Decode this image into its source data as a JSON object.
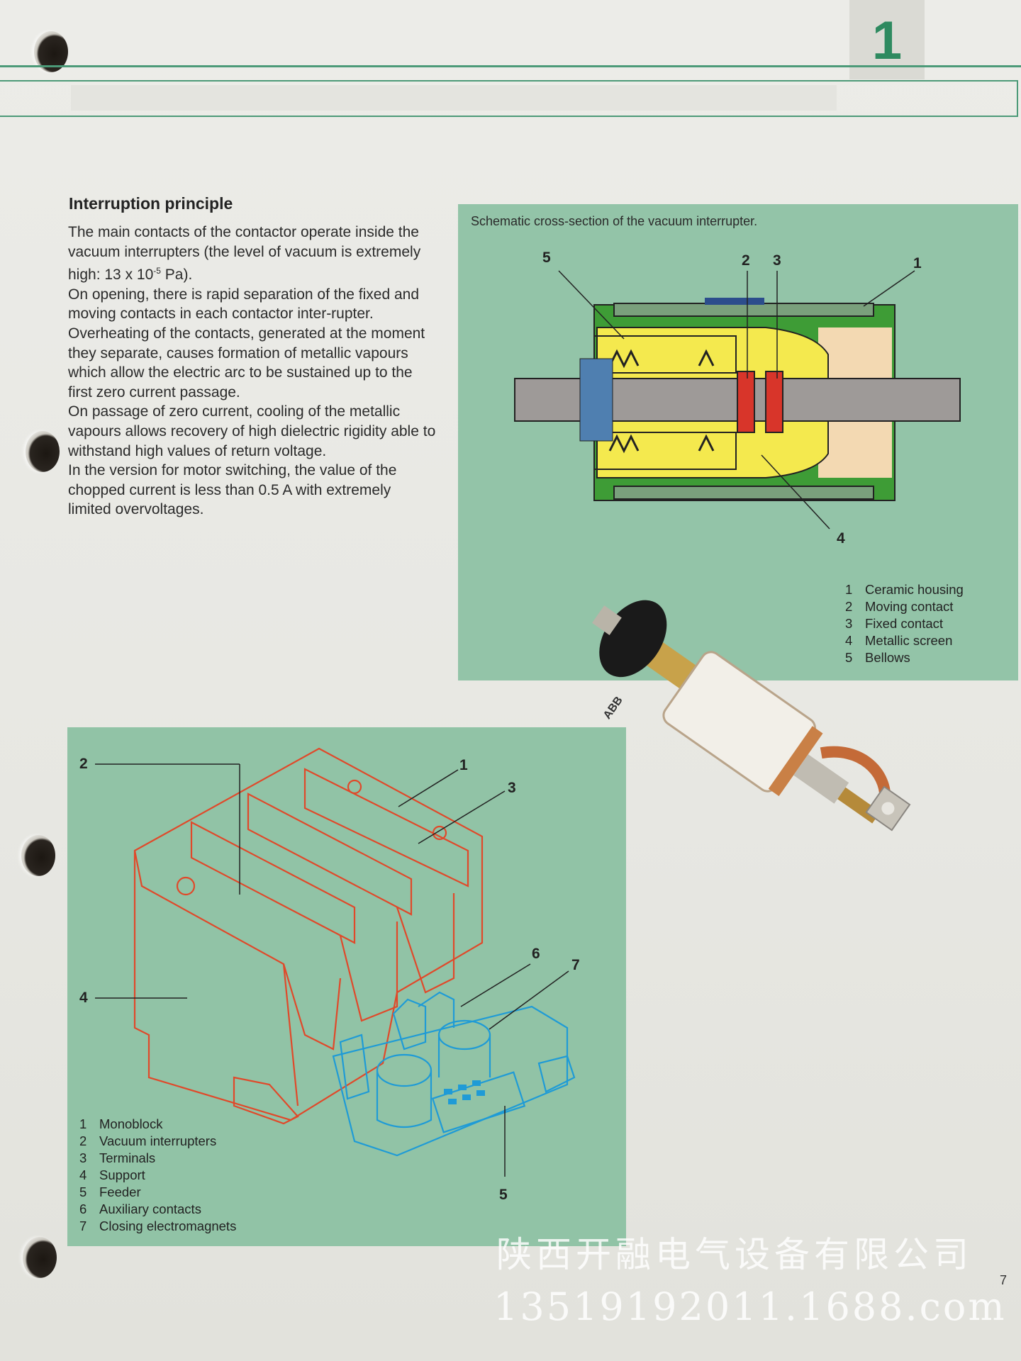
{
  "header": {
    "chapter_number": "1"
  },
  "section": {
    "title": "Interruption principle",
    "paragraphs": [
      "The main contacts of the contactor operate inside the vacuum interrupters (the level of vacuum is extremely high: 13 x 10",
      "On opening, there is rapid separation of the fixed and moving contacts in each contactor inter-rupter.",
      "Overheating of the contacts, generated at the moment they separate, causes formation of metallic vapours which allow the electric arc to be sustained up to the first zero current passage.",
      "On passage of zero current, cooling of the metallic vapours allows recovery of high dielectric rigidity able to withstand high values of return voltage.",
      "In the version for motor switching, the value of the chopped current is less than 0.5 A with extremely limited overvoltages."
    ],
    "vacuum_exponent": "-5",
    "vacuum_unit": " Pa)."
  },
  "cross_section": {
    "caption": "Schematic cross-section of the vacuum interrupter.",
    "callouts": {
      "c1": "1",
      "c2": "2",
      "c3": "3",
      "c4": "4",
      "c5": "5"
    },
    "legend": [
      {
        "num": "1",
        "label": "Ceramic housing"
      },
      {
        "num": "2",
        "label": "Moving contact"
      },
      {
        "num": "3",
        "label": "Fixed contact"
      },
      {
        "num": "4",
        "label": "Metallic screen"
      },
      {
        "num": "5",
        "label": "Bellows"
      }
    ]
  },
  "assembly": {
    "callouts": {
      "c1": "1",
      "c2": "2",
      "c3": "3",
      "c4": "4",
      "c5": "5",
      "c6": "6",
      "c7": "7"
    },
    "legend": [
      {
        "num": "1",
        "label": "Monoblock"
      },
      {
        "num": "2",
        "label": "Vacuum interrupters"
      },
      {
        "num": "3",
        "label": "Terminals"
      },
      {
        "num": "4",
        "label": "Support"
      },
      {
        "num": "5",
        "label": "Feeder"
      },
      {
        "num": "6",
        "label": "Auxiliary contacts"
      },
      {
        "num": "7",
        "label": "Closing electromagnets"
      }
    ]
  },
  "photo": {
    "brand": "ABB"
  },
  "watermark": {
    "company": "陕西开融电气设备有限公司",
    "url": "13519192011.1688.com"
  },
  "page_number": "7",
  "colors": {
    "accent_green": "#2e8a60",
    "panel_green": "#93c4a8",
    "line_red": "#e0492a",
    "line_blue": "#1f9bd6"
  }
}
